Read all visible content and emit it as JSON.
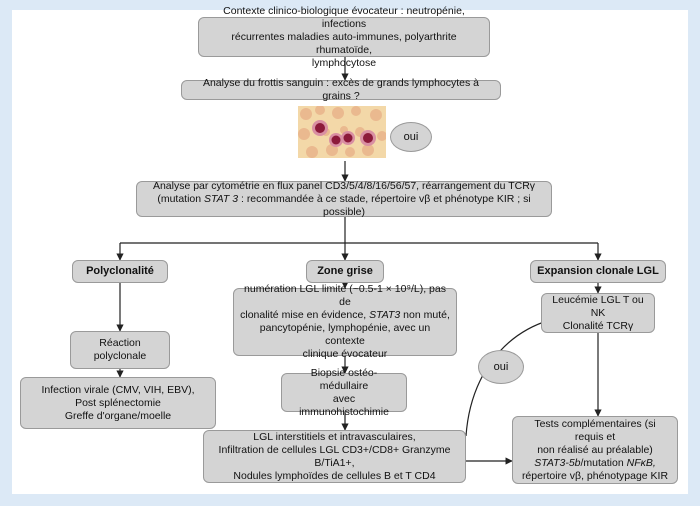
{
  "colors": {
    "background": "#dce9f6",
    "panel": "#ffffff",
    "box_fill": "#d4d4d4",
    "box_border": "#9a9a9a",
    "arrow": "#222222"
  },
  "boxes": {
    "context": [
      "Contexte clinico-biologique évocateur : neutropénie, infections",
      "récurrentes maladies auto-immunes, polyarthrite rhumatoïde,",
      "lymphocytose"
    ],
    "smear": "Analyse du frottis sanguin : excès de grands lymphocytes à grains ?",
    "oui1": "oui",
    "cytometry": {
      "line1": "Analyse par cytométrie en flux panel CD3/5/4/8/16/56/57, réarrangement du TCRγ",
      "line2_pre": "(mutation ",
      "line2_em": "STAT 3",
      "line2_post": " : recommandée à ce stade, répertoire vβ et phénotype KIR ; si possible)"
    },
    "polyclonality": "Polyclonalité",
    "grey_zone": "Zone grise",
    "clonal_expansion": "Expansion clonale LGL",
    "grey_zone_desc": {
      "line1": "numération LGL limite (~0.5-1 × 10⁹/L), pas de",
      "line2_pre": "clonalité mise en évidence, ",
      "line2_em": "STAT3",
      "line2_post": " non muté,",
      "line3": "pancytopénie, lymphopénie, avec un contexte",
      "line4": "clinique évocateur"
    },
    "leukemia": [
      "Leucémie LGL T ou NK",
      "Clonalité TCRγ"
    ],
    "reactive": [
      "Réaction",
      "polyclonale"
    ],
    "infections": [
      "Infection virale (CMV, VIH, EBV),",
      "Post splénectomie",
      "Greffe d'organe/moelle"
    ],
    "biopsy": [
      "Biopsie ostéo-médullaire",
      "avec immunohistochimie"
    ],
    "oui2": "oui",
    "lgl_infiltration": [
      "LGL interstitiels et intravasculaires,",
      "Infiltration de cellules LGL CD3+/CD8+ Granzyme B/TiA1+,",
      "Nodules lymphoïdes de cellules B et T CD4"
    ],
    "complementary": {
      "line1": "Tests complémentaires (si requis et",
      "line2": "non réalisé au préalable)",
      "line3_em": "STAT3-5b",
      "line3_mid": "/mutation ",
      "line3_em2": "NFκB,",
      "line4": "répertoire vβ, phénotypage KIR"
    }
  }
}
